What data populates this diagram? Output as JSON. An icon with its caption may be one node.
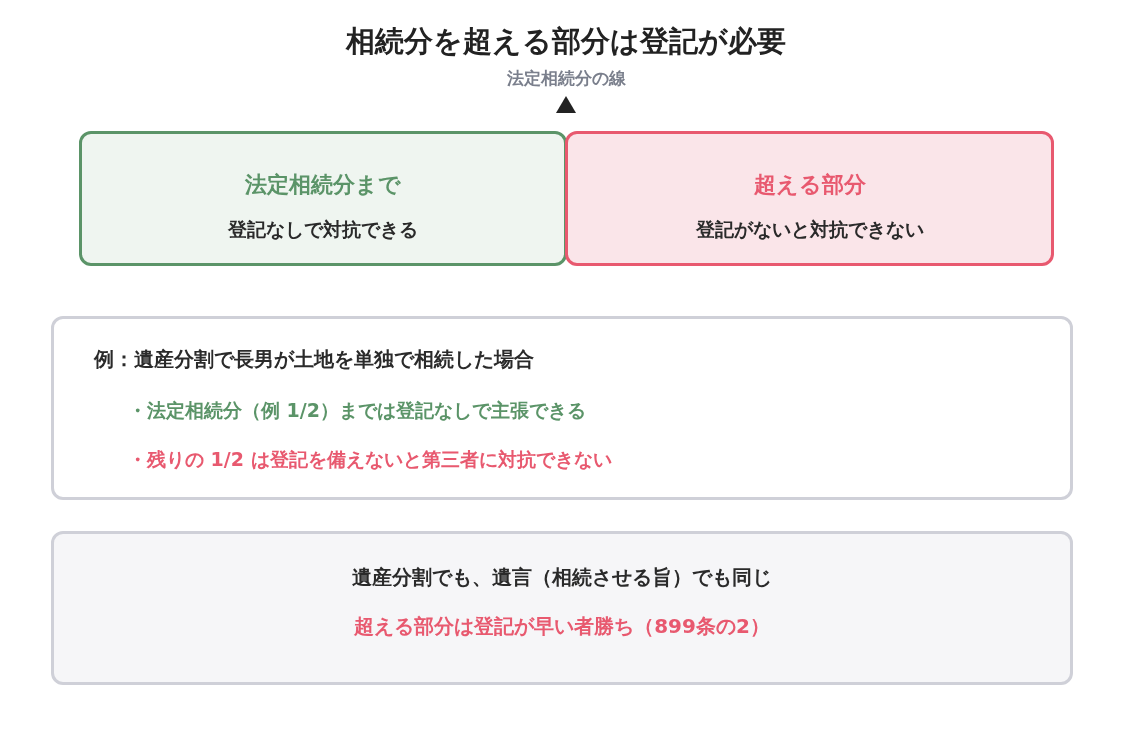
{
  "diagram": {
    "title": "相続分を超える部分は登記が必要",
    "nodes": [
      {
        "text": [
          "法定相続分まで",
          "登記なしで対抗できる"
        ]
      },
      {
        "text": [
          "超える部分",
          "登記がないと対抗できない"
        ]
      },
      {
        "text": [
          "例：遺産分割で長男が土地を単独で相続した場合",
          "・法定相続分（例 1/2）までは登記なしで主張できる",
          "・残りの 1/2 は登記を備えないと第三者に対抗できない"
        ]
      },
      {
        "text": [
          "遺産分割でも、遺言（相続させる旨）でも同じ",
          "超える部分は登記が早い者勝ち（899条の2）"
        ]
      }
    ],
    "labels": [
      "法定相続分の線"
    ]
  }
}
